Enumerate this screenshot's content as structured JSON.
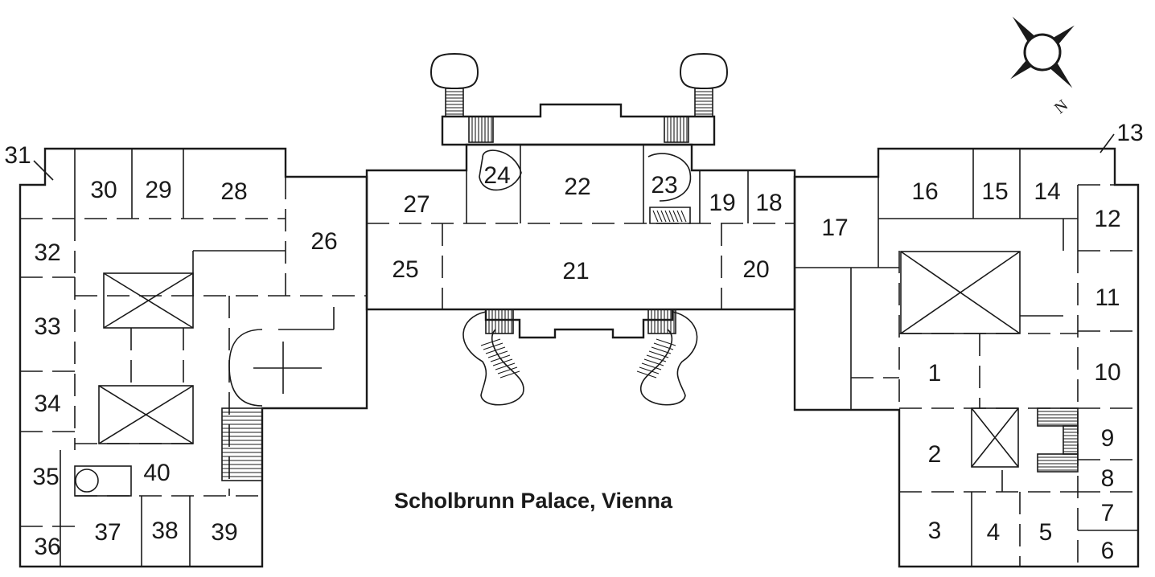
{
  "map": {
    "caption": "Scholbrunn Palace, Vienna",
    "compass_letter": "N",
    "rooms": [
      {
        "id": "1"
      },
      {
        "id": "2"
      },
      {
        "id": "3"
      },
      {
        "id": "4"
      },
      {
        "id": "5"
      },
      {
        "id": "6"
      },
      {
        "id": "7"
      },
      {
        "id": "8"
      },
      {
        "id": "9"
      },
      {
        "id": "10"
      },
      {
        "id": "11"
      },
      {
        "id": "12"
      },
      {
        "id": "13"
      },
      {
        "id": "14"
      },
      {
        "id": "15"
      },
      {
        "id": "16"
      },
      {
        "id": "17"
      },
      {
        "id": "18"
      },
      {
        "id": "19"
      },
      {
        "id": "20"
      },
      {
        "id": "21"
      },
      {
        "id": "22"
      },
      {
        "id": "23"
      },
      {
        "id": "24"
      },
      {
        "id": "25"
      },
      {
        "id": "26"
      },
      {
        "id": "27"
      },
      {
        "id": "28"
      },
      {
        "id": "29"
      },
      {
        "id": "30"
      },
      {
        "id": "31"
      },
      {
        "id": "32"
      },
      {
        "id": "33"
      },
      {
        "id": "34"
      },
      {
        "id": "35"
      },
      {
        "id": "36"
      },
      {
        "id": "37"
      },
      {
        "id": "38"
      },
      {
        "id": "39"
      },
      {
        "id": "40"
      }
    ]
  }
}
